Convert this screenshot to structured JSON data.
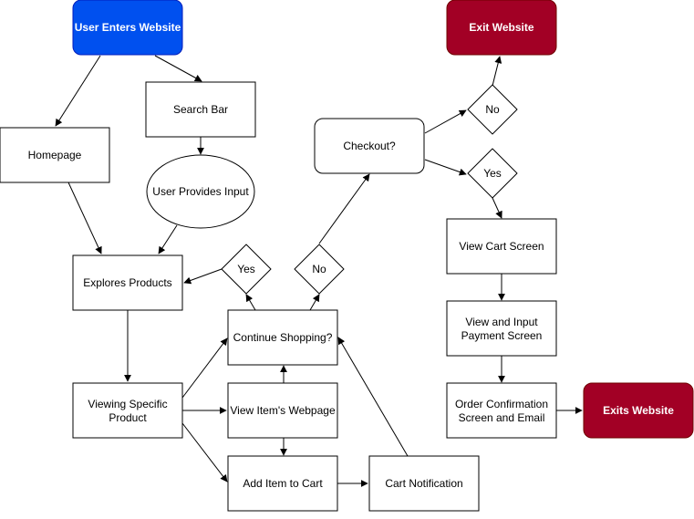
{
  "nodes": {
    "user_enters": "User Enters Website",
    "exit_website": "Exit Website",
    "search_bar": "Search Bar",
    "homepage": "Homepage",
    "checkout": "Checkout?",
    "no_top": "No",
    "yes_right": "Yes",
    "user_input": "User Provides Input",
    "yes_left": "Yes",
    "no_mid": "No",
    "explores_products": "Explores Products",
    "view_cart": "View Cart Screen",
    "continue_shopping": "Continue Shopping?",
    "view_payment_line1": "View and Input",
    "view_payment_line2": "Payment Screen",
    "viewing_line1": "Viewing Specific",
    "viewing_line2": "Product",
    "view_item": "View Item's Webpage",
    "order_conf_line1": "Order Confirmation",
    "order_conf_line2": "Screen and Email",
    "exits_website": "Exits Website",
    "add_item": "Add Item to Cart",
    "cart_notification": "Cart Notification"
  },
  "colors": {
    "start_fill": "#0050ef",
    "start_stroke": "#001dbc",
    "exit_fill": "#a20025",
    "exit_stroke": "#6f0000"
  }
}
